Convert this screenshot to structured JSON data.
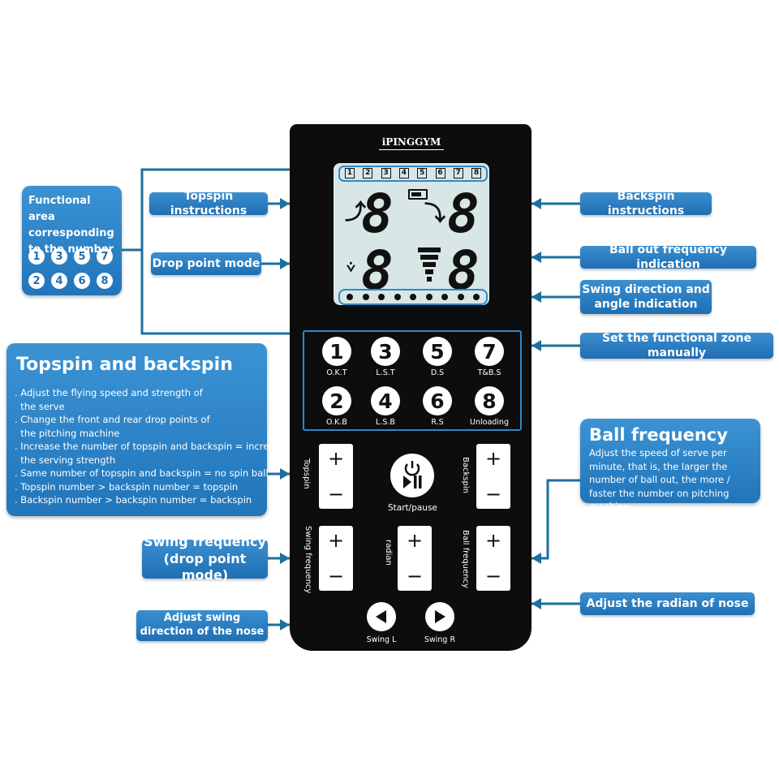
{
  "brand": "iPINGGYM",
  "lcd": {
    "zone_numbers": [
      "1",
      "2",
      "3",
      "4",
      "5",
      "6",
      "7",
      "8"
    ],
    "digits": [
      "8",
      "8",
      "8",
      "8"
    ]
  },
  "callouts": {
    "functional_area": {
      "title": "Functional area corresponding to the number",
      "numbers": [
        "1",
        "3",
        "5",
        "7",
        "2",
        "4",
        "6",
        "8"
      ]
    },
    "topspin_instructions": "Topspin instructions",
    "drop_point_mode": "Drop point mode",
    "backspin_instructions": "Backspin instructions",
    "ball_out_frequency": "Ball out frequency indication",
    "swing_direction": "Swing direction and angle indication",
    "set_functional_zone": "Set the functional zone manually",
    "swing_frequency": "Swing frequency (drop point mode)",
    "adjust_swing_direction": "Adjust swing direction of the nose",
    "adjust_radian": "Adjust the radian of nose"
  },
  "topspin_backspin": {
    "title": "Topspin and backspin",
    "bullets": [
      ". Adjust the flying speed and strength of",
      "  the serve",
      ". Change the front and rear drop points of",
      "  the pitching machine",
      ". Increase the number of topspin and backspin = increase",
      "  the serving strength",
      ". Same number of topspin and backspin = no spin ball",
      ". Topspin number > backspin number = topspin",
      ". Backspin number > backspin number = backspin"
    ]
  },
  "ball_frequency": {
    "title": "Ball frequency",
    "text": "Adjust the speed of serve per minute, that is, the larger the number of ball out, the more / faster the number on pitching machine"
  },
  "zone_buttons": [
    {
      "num": "1",
      "label": "O.K.T"
    },
    {
      "num": "3",
      "label": "L.S.T"
    },
    {
      "num": "5",
      "label": "D.S"
    },
    {
      "num": "7",
      "label": "T&B.S"
    },
    {
      "num": "2",
      "label": "O.K.B"
    },
    {
      "num": "4",
      "label": "L.S.B"
    },
    {
      "num": "6",
      "label": "R.S"
    },
    {
      "num": "8",
      "label": "Unloading"
    }
  ],
  "controls": {
    "topspin": "Topspin",
    "backspin": "Backspin",
    "start_pause": "Start/pause",
    "swing_frequency": "Swing frequency",
    "radian": "radian",
    "ball_frequency": "Ball frequency",
    "swing_l": "Swing L",
    "swing_r": "Swing R",
    "plus": "+",
    "minus": "−"
  },
  "colors": {
    "accent": "#1f6fb3",
    "panel": "#0d0d0e",
    "lcd": "#d8e7e6",
    "line": "#1f6fa0"
  }
}
